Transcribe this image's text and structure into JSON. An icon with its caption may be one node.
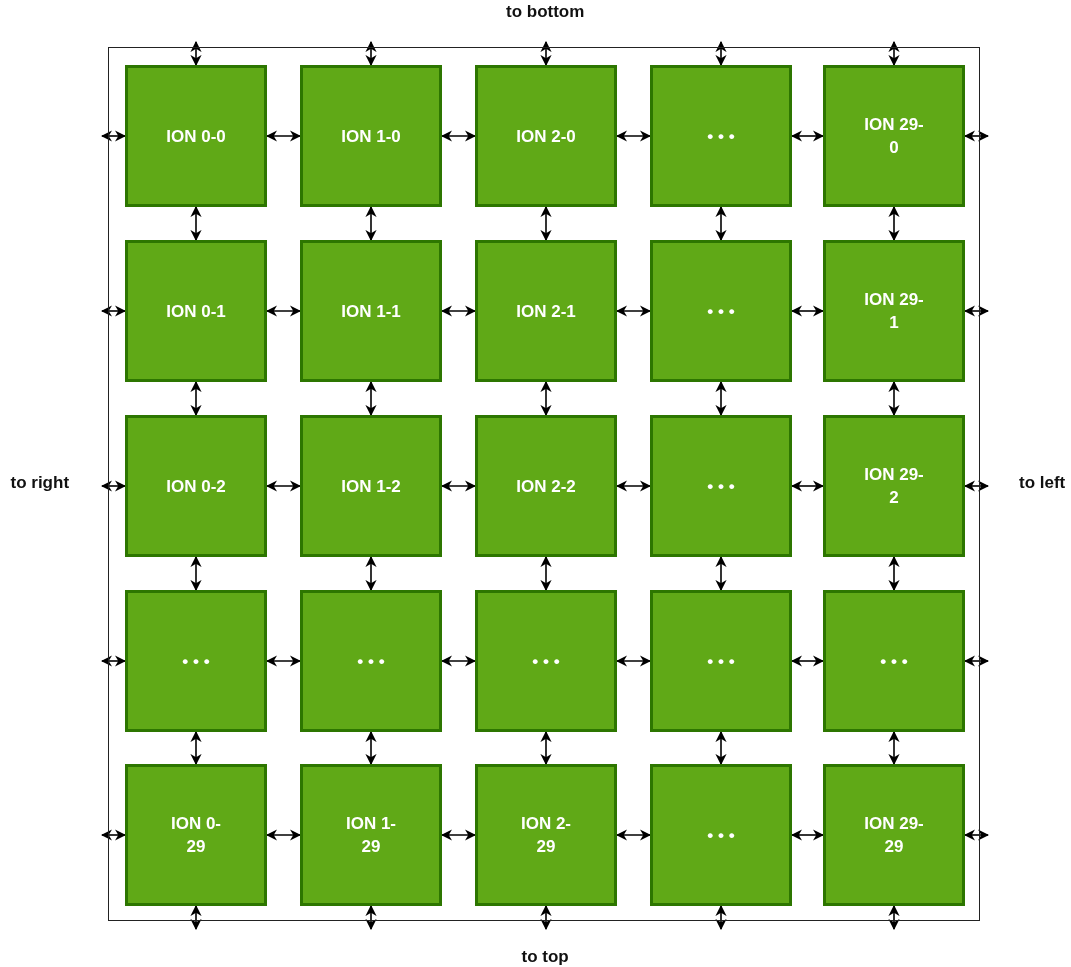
{
  "diagram": {
    "nodes": [
      {
        "text": [],
        "shape": "box"
      },
      {
        "text": [
          "ION 0-0"
        ],
        "in": 0
      },
      {
        "text": [
          "ION 1-0"
        ],
        "in": 0
      },
      {
        "text": [
          "ION 2-0"
        ],
        "in": 0
      },
      {
        "text": [
          "• • •"
        ],
        "in": 0
      },
      {
        "text": [
          "ION 29-0"
        ],
        "in": 0
      },
      {
        "text": [
          "ION 0-1"
        ],
        "in": 0
      },
      {
        "text": [
          "ION 1-1"
        ],
        "in": 0
      },
      {
        "text": [
          "ION 2-1"
        ],
        "in": 0
      },
      {
        "text": [
          "• • •"
        ],
        "in": 0
      },
      {
        "text": [
          "ION 29-1"
        ],
        "in": 0
      },
      {
        "text": [
          "ION 0-2"
        ],
        "in": 0
      },
      {
        "text": [
          "ION 1-2"
        ],
        "in": 0
      },
      {
        "text": [
          "ION 2-2"
        ],
        "in": 0
      },
      {
        "text": [
          "• • •"
        ],
        "in": 0
      },
      {
        "text": [
          "ION 29-2"
        ],
        "in": 0
      },
      {
        "text": [
          "• • •"
        ],
        "in": 0
      },
      {
        "text": [
          "• • •"
        ],
        "in": 0
      },
      {
        "text": [
          "• • •"
        ],
        "in": 0
      },
      {
        "text": [
          "• • •"
        ],
        "in": 0
      },
      {
        "text": [
          "• • •"
        ],
        "in": 0
      },
      {
        "text": [
          "ION 0-29"
        ],
        "in": 0
      },
      {
        "text": [
          "ION 1-29"
        ],
        "in": 0
      },
      {
        "text": [
          "ION 2-29"
        ],
        "in": 0
      },
      {
        "text": [
          "• • •"
        ],
        "in": 0
      },
      {
        "text": [
          "ION 29-29"
        ],
        "in": 0
      }
    ],
    "edges": [
      {
        "from": null,
        "to": 1,
        "arrow": "both"
      },
      {
        "from": null,
        "to": 2,
        "arrow": "both"
      },
      {
        "from": null,
        "to": 3,
        "arrow": "both"
      },
      {
        "from": null,
        "to": 4,
        "arrow": "both"
      },
      {
        "from": null,
        "to": 5,
        "arrow": "both"
      },
      {
        "from": null,
        "to": 1,
        "arrow": "both"
      },
      {
        "from": 1,
        "to": 2,
        "arrow": "both"
      },
      {
        "from": 2,
        "to": 3,
        "arrow": "both"
      },
      {
        "from": 3,
        "to": 4,
        "arrow": "both"
      },
      {
        "from": 4,
        "to": 5,
        "arrow": "both"
      },
      {
        "from": null,
        "to": 5,
        "arrow": "both"
      },
      {
        "from": 1,
        "to": 6,
        "arrow": "both"
      },
      {
        "from": 2,
        "to": 7,
        "arrow": "both"
      },
      {
        "from": 3,
        "to": 8,
        "arrow": "both"
      },
      {
        "from": 4,
        "to": 9,
        "arrow": "both"
      },
      {
        "from": 5,
        "to": 10,
        "arrow": "both"
      },
      {
        "from": null,
        "to": 6,
        "arrow": "both"
      },
      {
        "from": 6,
        "to": 7,
        "arrow": "both"
      },
      {
        "from": 7,
        "to": 8,
        "arrow": "both"
      },
      {
        "from": 8,
        "to": 9,
        "arrow": "both"
      },
      {
        "from": 9,
        "to": 10,
        "arrow": "both"
      },
      {
        "from": null,
        "to": 10,
        "arrow": "both"
      },
      {
        "from": 6,
        "to": 11,
        "arrow": "both"
      },
      {
        "from": 7,
        "to": 12,
        "arrow": "both"
      },
      {
        "from": 8,
        "to": 13,
        "arrow": "both"
      },
      {
        "from": 9,
        "to": 14,
        "arrow": "both"
      },
      {
        "from": 10,
        "to": 15,
        "arrow": "both"
      },
      {
        "from": null,
        "to": 11,
        "arrow": "both"
      },
      {
        "from": 11,
        "to": 12,
        "arrow": "both"
      },
      {
        "from": 12,
        "to": 13,
        "arrow": "both"
      },
      {
        "from": 13,
        "to": 14,
        "arrow": "both"
      },
      {
        "from": 14,
        "to": 15,
        "arrow": "both"
      },
      {
        "from": null,
        "to": 15,
        "arrow": "both"
      },
      {
        "from": 11,
        "to": 16,
        "arrow": "both"
      },
      {
        "from": 12,
        "to": 17,
        "arrow": "both"
      },
      {
        "from": 13,
        "to": 18,
        "arrow": "both"
      },
      {
        "from": 14,
        "to": 19,
        "arrow": "both"
      },
      {
        "from": 15,
        "to": 20,
        "arrow": "both"
      },
      {
        "from": null,
        "to": 16,
        "arrow": "both"
      },
      {
        "from": 16,
        "to": 17,
        "arrow": "both"
      },
      {
        "from": 17,
        "to": 18,
        "arrow": "both"
      },
      {
        "from": 18,
        "to": 19,
        "arrow": "both"
      },
      {
        "from": 19,
        "to": 20,
        "arrow": "both"
      },
      {
        "from": null,
        "to": 20,
        "arrow": "both"
      },
      {
        "from": 16,
        "to": 21,
        "arrow": "both"
      },
      {
        "from": 17,
        "to": 22,
        "arrow": "both"
      },
      {
        "from": 18,
        "to": 23,
        "arrow": "both"
      },
      {
        "from": 19,
        "to": 24,
        "arrow": "both"
      },
      {
        "from": 20,
        "to": 25,
        "arrow": "both"
      },
      {
        "from": null,
        "to": 21,
        "arrow": "both"
      },
      {
        "from": 21,
        "to": 22,
        "arrow": "both"
      },
      {
        "from": 22,
        "to": 23,
        "arrow": "both"
      },
      {
        "from": 23,
        "to": 24,
        "arrow": "both"
      },
      {
        "from": 24,
        "to": 25,
        "arrow": "both"
      },
      {
        "from": null,
        "to": 25,
        "arrow": "both"
      },
      {
        "from": null,
        "to": 21,
        "arrow": "both"
      },
      {
        "from": null,
        "to": 22,
        "arrow": "both"
      },
      {
        "from": null,
        "to": 23,
        "arrow": "both"
      },
      {
        "from": null,
        "to": 24,
        "arrow": "both"
      },
      {
        "from": null,
        "to": 25,
        "arrow": "both"
      }
    ],
    "labels": [
      "to bottom",
      "to right",
      "to left",
      "to top"
    ]
  }
}
